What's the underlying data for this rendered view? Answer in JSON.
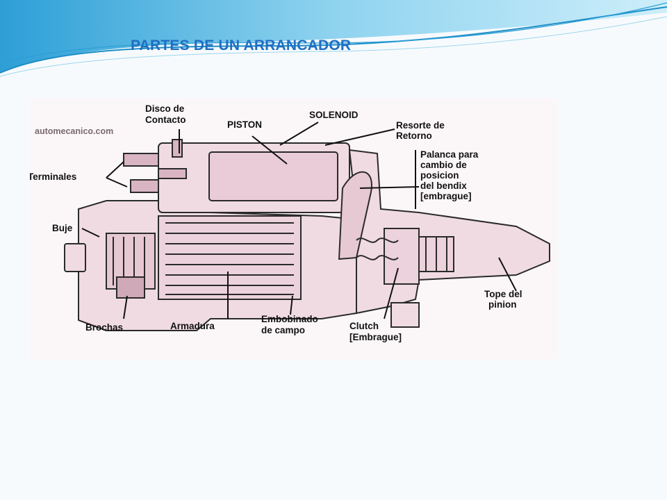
{
  "slide": {
    "title": "PARTES DE UN ARRANCADOR"
  },
  "diagram": {
    "watermark": "automecanico.com",
    "labels": {
      "disco_de_contacto": [
        "Disco de",
        "Contacto"
      ],
      "piston": "PISTON",
      "solenoid": "SOLENOID",
      "resorte_de_retorno": [
        "Resorte de",
        "Retorno"
      ],
      "palanca": [
        "Palanca para",
        "cambio de",
        "posicion",
        "del bendix",
        "[embrague]"
      ],
      "terminales": "Terminales",
      "buje": "Buje",
      "tope_del_pinion": [
        "Tope del",
        "pinion"
      ],
      "brochas": "Brochas",
      "armadura": "Armadura",
      "embobinado_de_campo": [
        "Embobinado",
        "de campo"
      ],
      "clutch": [
        "Clutch",
        "[Embrague]"
      ]
    }
  },
  "colors": {
    "title": "#1f6fc2",
    "figure_background": "#f1dee6",
    "outline": "#2a2a2a",
    "swoosh_dark": "#2d9fd6",
    "swoosh_light": "#aee0f3"
  }
}
